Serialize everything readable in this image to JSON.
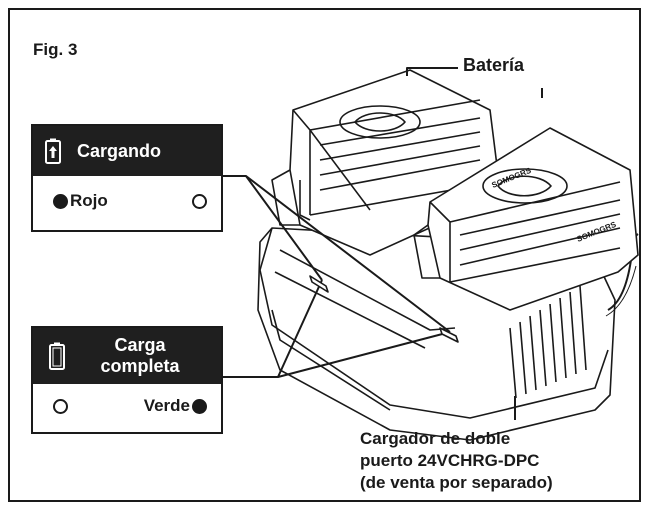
{
  "figure": {
    "label": "Fig. 3"
  },
  "labels": {
    "battery": "Batería",
    "charger_lines": [
      "Cargador de doble",
      "puerto 24VCHRG-DPC",
      "(de venta por separado)"
    ]
  },
  "charging_box": {
    "title": "Cargando",
    "icon": "battery-charging-icon",
    "led_label": "Rojo",
    "led_lit": "left",
    "color": "#c0392b"
  },
  "full_box": {
    "title_lines": [
      "Carga",
      "completa"
    ],
    "icon": "battery-full-icon",
    "led_label": "Verde",
    "led_lit": "right",
    "color": "#2e8b57"
  },
  "battery_brand_text": "SOMOGRS"
}
